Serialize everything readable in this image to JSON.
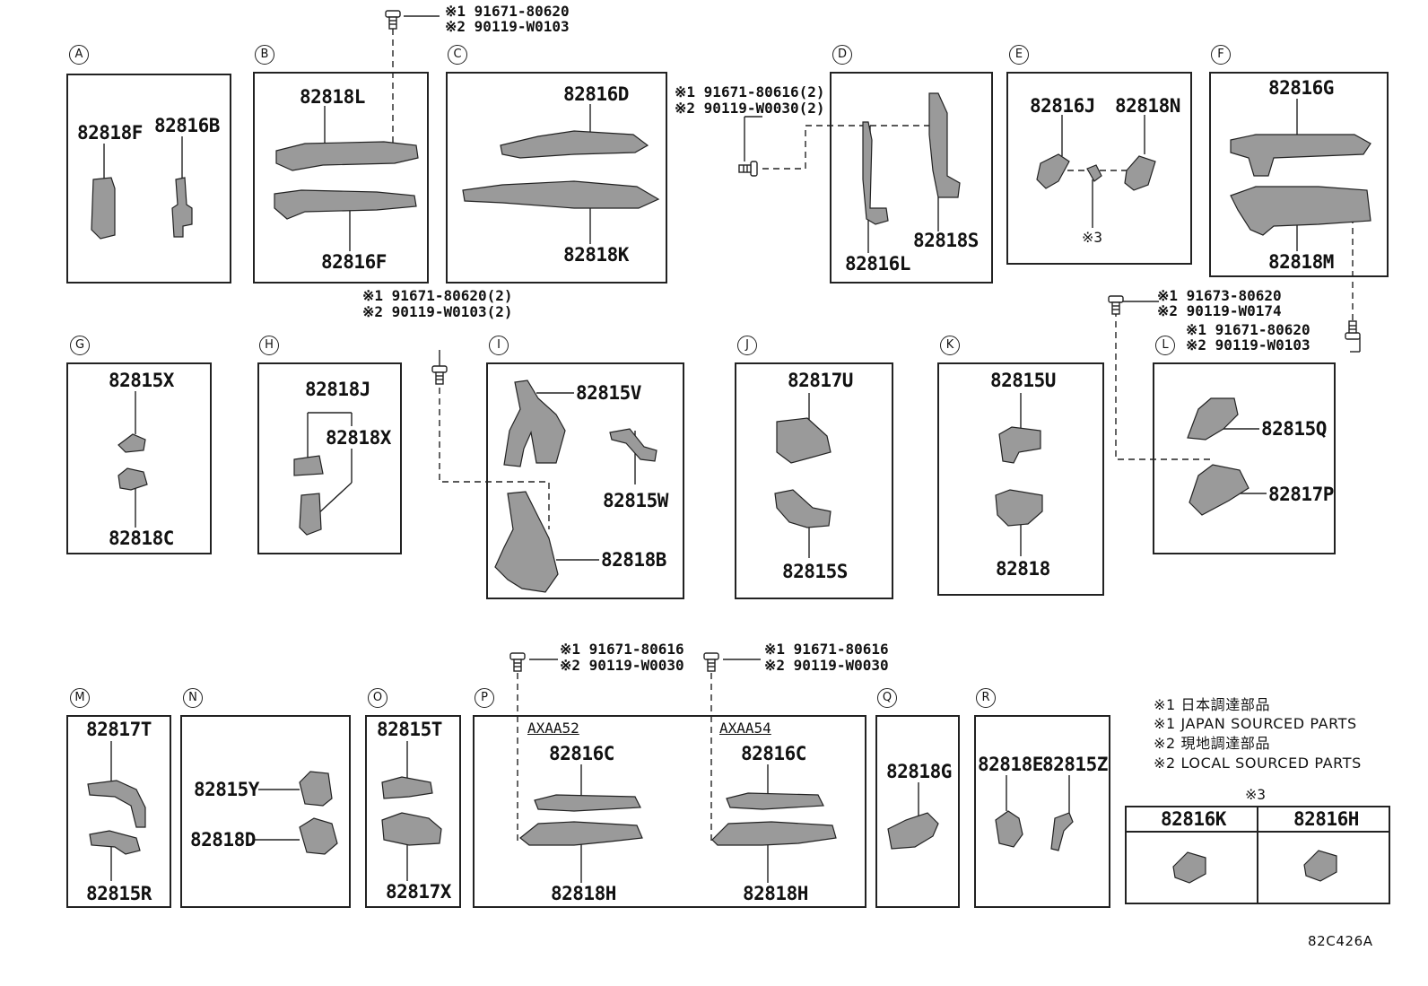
{
  "sections": [
    {
      "letter": "A"
    },
    {
      "letter": "B"
    },
    {
      "letter": "C"
    },
    {
      "letter": "D"
    },
    {
      "letter": "E"
    },
    {
      "letter": "F"
    },
    {
      "letter": "G"
    },
    {
      "letter": "H"
    },
    {
      "letter": "I"
    },
    {
      "letter": "J"
    },
    {
      "letter": "K"
    },
    {
      "letter": "L"
    },
    {
      "letter": "M"
    },
    {
      "letter": "N"
    },
    {
      "letter": "O"
    },
    {
      "letter": "P"
    },
    {
      "letter": "Q"
    },
    {
      "letter": "R"
    }
  ],
  "parts": {
    "a1": "82818F",
    "a2": "82816B",
    "b1": "82818L",
    "b2": "82816F",
    "c1": "82816D",
    "c2": "82818K",
    "d1": "82816L",
    "d2": "82818S",
    "e1": "82816J",
    "e2": "82818N",
    "e3": "※3",
    "f1": "82816G",
    "f2": "82818M",
    "g1": "82815X",
    "g2": "82818C",
    "h1": "82818J",
    "h2": "82818X",
    "i1": "82815V",
    "i2": "82815W",
    "i3": "82818B",
    "j1": "82817U",
    "j2": "82815S",
    "k1": "82815U",
    "k2": "82818",
    "l1": "82815Q",
    "l2": "82817P",
    "m1": "82817T",
    "m2": "82815R",
    "n1": "82815Y",
    "n2": "82818D",
    "o1": "82815T",
    "o2": "82817X",
    "p_model1": "AXAA52",
    "p_model2": "AXAA54",
    "p1": "82816C",
    "p2": "82818H",
    "p3": "82816C",
    "p4": "82818H",
    "q1": "82818G",
    "r1": "82818E",
    "r2": "82815Z"
  },
  "bolt_notes": {
    "b_top_1": "※1 91671-80620",
    "b_top_2": "※2 90119-W0103",
    "d_left_1": "※1 91671-80616(2)",
    "d_left_2": "※2 90119-W0030(2)",
    "i_top_1": "※1 91671-80620(2)",
    "i_top_2": "※2 90119-W0103(2)",
    "l_left_1": "※1 91673-80620",
    "l_left_2": "※2 90119-W0174",
    "l_right_1": "※1 91671-80620",
    "l_right_2": "※2 90119-W0103",
    "p_left_1": "※1 91671-80616",
    "p_left_2": "※2 90119-W0030",
    "p_right_1": "※1 91671-80616",
    "p_right_2": "※2 90119-W0030"
  },
  "legend": {
    "line1": "※1 日本調達部品",
    "line2": "※1 JAPAN SOURCED PARTS",
    "line3": "※2 現地調達部品",
    "line4": "※2 LOCAL SOURCED PARTS"
  },
  "note3": {
    "title": "※3",
    "col1": "82816K",
    "col2": "82816H"
  },
  "diagram_code": "82C426A"
}
